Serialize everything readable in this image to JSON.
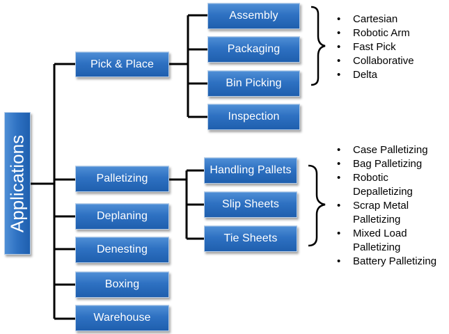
{
  "root": {
    "label": "Applications"
  },
  "level1": [
    {
      "label": "Pick & Place"
    },
    {
      "label": "Palletizing"
    },
    {
      "label": "Deplaning"
    },
    {
      "label": "Denesting"
    },
    {
      "label": "Boxing"
    },
    {
      "label": "Warehouse"
    }
  ],
  "pick_place_children": [
    {
      "label": "Assembly"
    },
    {
      "label": "Packaging"
    },
    {
      "label": "Bin Picking"
    },
    {
      "label": "Inspection"
    }
  ],
  "palletizing_children": [
    {
      "label": "Handling Pallets"
    },
    {
      "label": "Slip Sheets"
    },
    {
      "label": "Tie Sheets"
    }
  ],
  "pick_place_robot_types": [
    "Cartesian",
    "Robotic Arm",
    "Fast Pick",
    "Collaborative",
    "Delta"
  ],
  "palletizing_types": [
    "Case Palletizing",
    "Bag Palletizing",
    "Robotic Depalletizing",
    "Scrap Metal Palletizing",
    "Mixed Load Palletizing",
    "Battery Palletizing"
  ],
  "colors": {
    "box_fill": "#2e71c2",
    "box_text": "#ffffff",
    "connector": "#000000"
  }
}
